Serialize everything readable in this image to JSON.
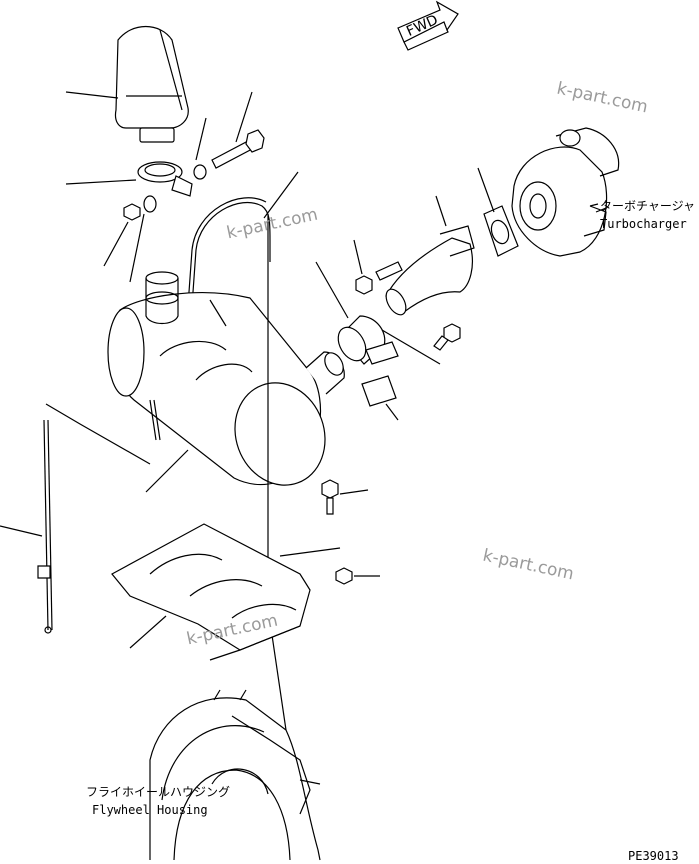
{
  "labels": {
    "fwd": "FWD",
    "turbocharger_jp": "ターボチャージャ",
    "turbocharger_en": "Turbocharger",
    "flywheel_jp": "フライホイールハウジング",
    "flywheel_en": "Flywheel Housing",
    "drawing_code": "PE39013"
  },
  "watermarks": [
    "k-part.com",
    "k-part.com",
    "k-part.com",
    "k-part.com"
  ]
}
